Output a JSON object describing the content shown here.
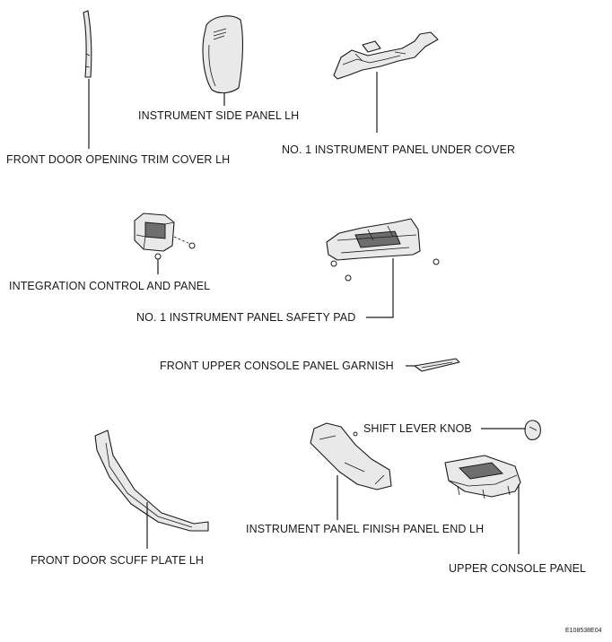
{
  "labels": {
    "instrument_side_panel": "INSTRUMENT SIDE PANEL LH",
    "front_door_opening_trim": "FRONT DOOR OPENING TRIM COVER LH",
    "under_cover": "NO. 1 INSTRUMENT PANEL UNDER COVER",
    "integration_control": "INTEGRATION CONTROL AND PANEL",
    "safety_pad": "NO. 1 INSTRUMENT PANEL SAFETY PAD",
    "console_garnish": "FRONT UPPER CONSOLE PANEL GARNISH",
    "shift_lever_knob": "SHIFT LEVER KNOB",
    "finish_panel_end": "INSTRUMENT PANEL FINISH PANEL END LH",
    "scuff_plate": "FRONT DOOR SCUFF PLATE LH",
    "upper_console": "UPPER CONSOLE PANEL"
  },
  "figure_code": "E108538E04"
}
